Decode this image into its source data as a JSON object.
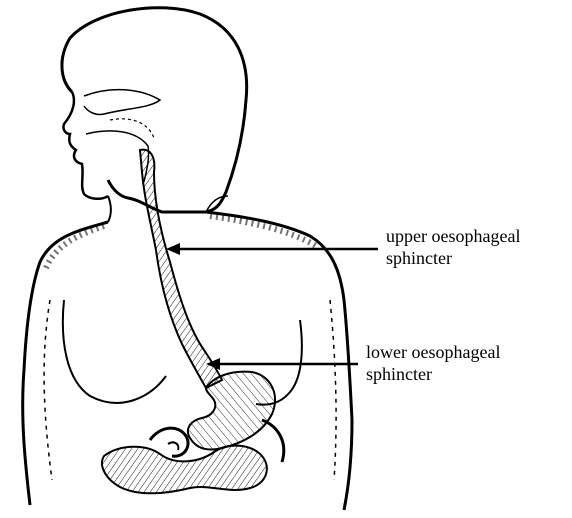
{
  "labels": {
    "upper": {
      "line1": "upper oesophageal",
      "line2": "sphincter"
    },
    "lower": {
      "line1": "lower oesophageal",
      "line2": "sphincter"
    }
  },
  "colors": {
    "ink": "#000000",
    "background": "#ffffff"
  }
}
